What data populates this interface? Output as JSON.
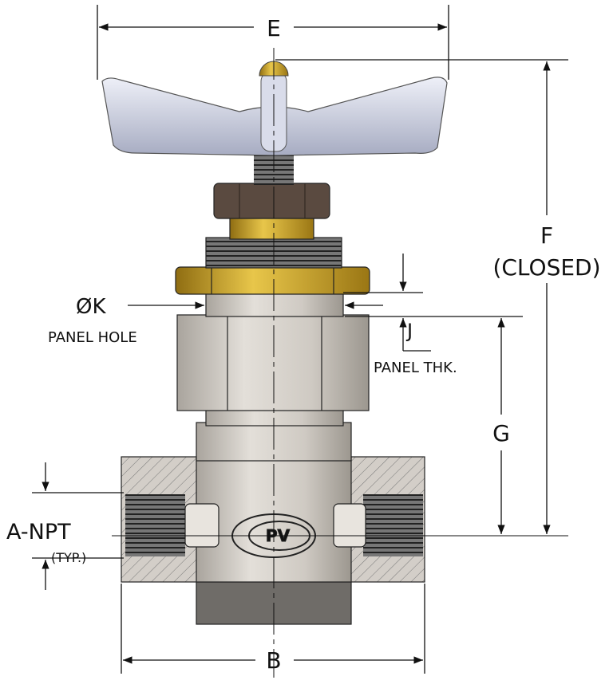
{
  "labels": {
    "E": "E",
    "F": "F",
    "F_note": "(CLOSED)",
    "K": "ØK",
    "K_note": "PANEL HOLE",
    "J": "J",
    "J_note": "PANEL THK.",
    "G": "G",
    "A": "A-NPT",
    "A_note": "(TYP.)",
    "B": "B"
  },
  "logo": {
    "text": "PV"
  },
  "colors": {
    "steel": "#cfcac3",
    "brass": "#c9a227",
    "handle": "#c9cde0",
    "nut": "#5a4a40"
  }
}
